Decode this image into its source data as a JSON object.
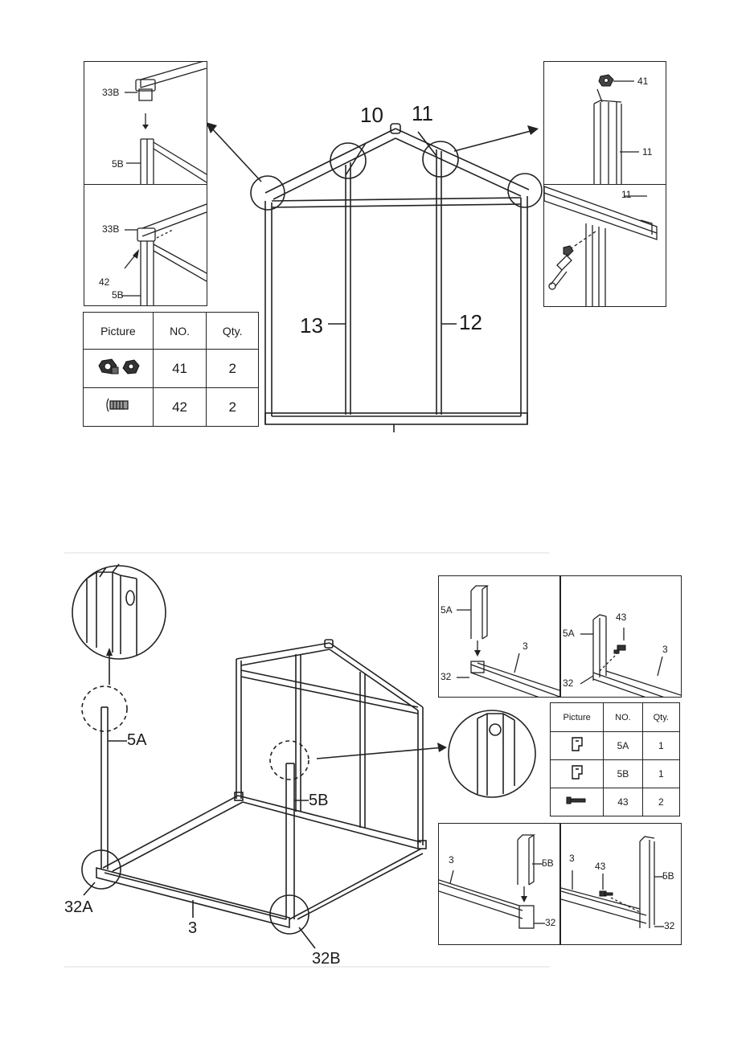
{
  "top": {
    "main_labels": {
      "l10": "10",
      "l11": "11",
      "l13": "13",
      "l12": "12"
    },
    "left_detail": {
      "top": {
        "part_33b": "33B",
        "part_5b": "5B"
      },
      "bottom": {
        "part_33b": "33B",
        "part_42": "42",
        "part_5b": "5B"
      }
    },
    "right_detail": {
      "top": {
        "part_41": "41",
        "part_11": "11"
      },
      "bottom": {
        "part_11": "11"
      }
    },
    "parts_table": {
      "headers": [
        "Picture",
        "NO.",
        "Qty."
      ],
      "rows": [
        {
          "icon": "bolt-nut-icon",
          "no": "41",
          "qty": "2"
        },
        {
          "icon": "screw-icon",
          "no": "42",
          "qty": "2"
        }
      ]
    }
  },
  "bottom": {
    "main_labels": {
      "l5a": "5A",
      "l5b": "5B",
      "l32a": "32A",
      "l3": "3",
      "l32b": "32B"
    },
    "detail_a": {
      "part_5a": "5A",
      "part_3": "3",
      "part_32": "32"
    },
    "detail_b": {
      "part_43": "43",
      "part_5a": "5A",
      "part_3": "3",
      "part_32": "32"
    },
    "detail_c": {
      "part_3": "3",
      "part_5b": "5B",
      "part_32": "32"
    },
    "detail_d": {
      "part_3": "3",
      "part_43": "43",
      "part_5b": "5B",
      "part_32": "32"
    },
    "parts_table": {
      "headers": [
        "Picture",
        "NO.",
        "Qty."
      ],
      "rows": [
        {
          "icon": "profile-5a-icon",
          "no": "5A",
          "qty": "1"
        },
        {
          "icon": "profile-5b-icon",
          "no": "5B",
          "qty": "1"
        },
        {
          "icon": "screw-icon",
          "no": "43",
          "qty": "2"
        }
      ]
    }
  }
}
